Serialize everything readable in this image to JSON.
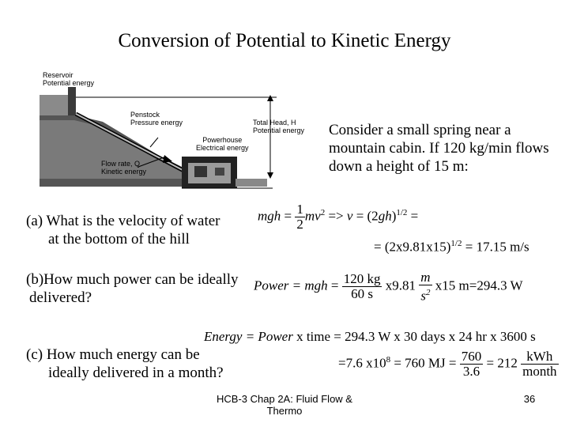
{
  "title": "Conversion of Potential to Kinetic Energy",
  "diagram": {
    "reservoir": [
      "Reservoir",
      "Potential energy"
    ],
    "penstock": [
      "Penstock",
      "Pressure energy"
    ],
    "powerhouse": [
      "Powerhouse",
      "Electrical energy"
    ],
    "flow": [
      "Flow rate, Q",
      "Kinetic energy"
    ],
    "head": [
      "Total Head, H",
      "Potential energy"
    ]
  },
  "problem": "Consider a small spring near a mountain cabin. If 120 kg/min flows down a height of 15 m:",
  "part_a": {
    "question_line1": "(a)  What is the velocity of water",
    "question_line2": "at the bottom of the hill",
    "eq1_lhs": "mgh",
    "eq1_frac_num": "1",
    "eq1_frac_den": "2",
    "eq1_rhs": "mv",
    "eq1_implies": " => ",
    "eq1_v": "v",
    "eq1_eq": " = (2",
    "eq1_gh": "gh",
    "eq1_close": ")",
    "eq1_exp": "1/2",
    "eq1_tail": " =",
    "eq2_text": "= (2x9.81x15)",
    "eq2_exp": "1/2",
    "eq2_tail": " = 17.15 m/s"
  },
  "part_b": {
    "question_line1": "(b)How much power can be ideally",
    "question_line2": "delivered?",
    "lhs": "Power = mgh",
    "eq": " = ",
    "frac1_num": "120 kg",
    "frac1_den": "60    s",
    "mid": " x9.81 ",
    "frac2_num": "m",
    "frac2_den": "s",
    "frac2_den_exp": "2",
    "tail": " x15 m=294.3 W"
  },
  "part_c": {
    "question_line1": "(c) How much energy can be",
    "question_line2": "ideally delivered in a month?",
    "eq1_lhs": "Energy = Power",
    "eq1_rhs": " x time = 294.3 W x 30 days x 24 hr x 3600 s",
    "eq2_pre": "=7.6 x10",
    "eq2_exp": "8",
    "eq2_mid": " = 760 MJ = ",
    "frac1_num": "760",
    "frac1_den": "3.6",
    "eq2_eq": " = 212  ",
    "frac2_num": "kWh",
    "frac2_den": "month"
  },
  "footer": {
    "course_line1": "HCB-3 Chap 2A: Fluid Flow &",
    "course_line2": "Thermo",
    "page_number": "36"
  }
}
